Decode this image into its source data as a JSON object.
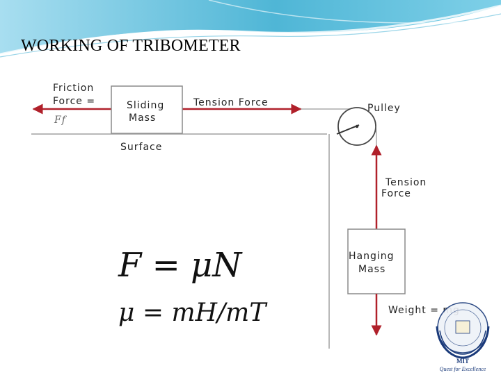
{
  "slide": {
    "title": "WORKING OF TRIBOMETER"
  },
  "diagram": {
    "friction_force_line1": "Friction",
    "friction_force_line2": "Force =",
    "friction_symbol": "Ff",
    "sliding_mass_line1": "Sliding",
    "sliding_mass_line2": "Mass",
    "tension_force_horizontal": "Tension Force",
    "pulley": "Pulley",
    "surface": "Surface",
    "tension_force_vertical_line1": "Tension",
    "tension_force_vertical_line2": "Force",
    "hanging_mass_line1": "Hanging",
    "hanging_mass_line2": "Mass",
    "weight": "Weight = mg"
  },
  "equations": {
    "eq1": "F = μN",
    "eq2": "μ = mH/mT"
  },
  "logo": {
    "name": "MIT",
    "tagline": "Quest for Excellence"
  },
  "colors": {
    "arrow": "#b0202a",
    "line": "#b8b8b8",
    "box_border": "#8a8a8a",
    "header_wave": "#4fb6d6"
  }
}
